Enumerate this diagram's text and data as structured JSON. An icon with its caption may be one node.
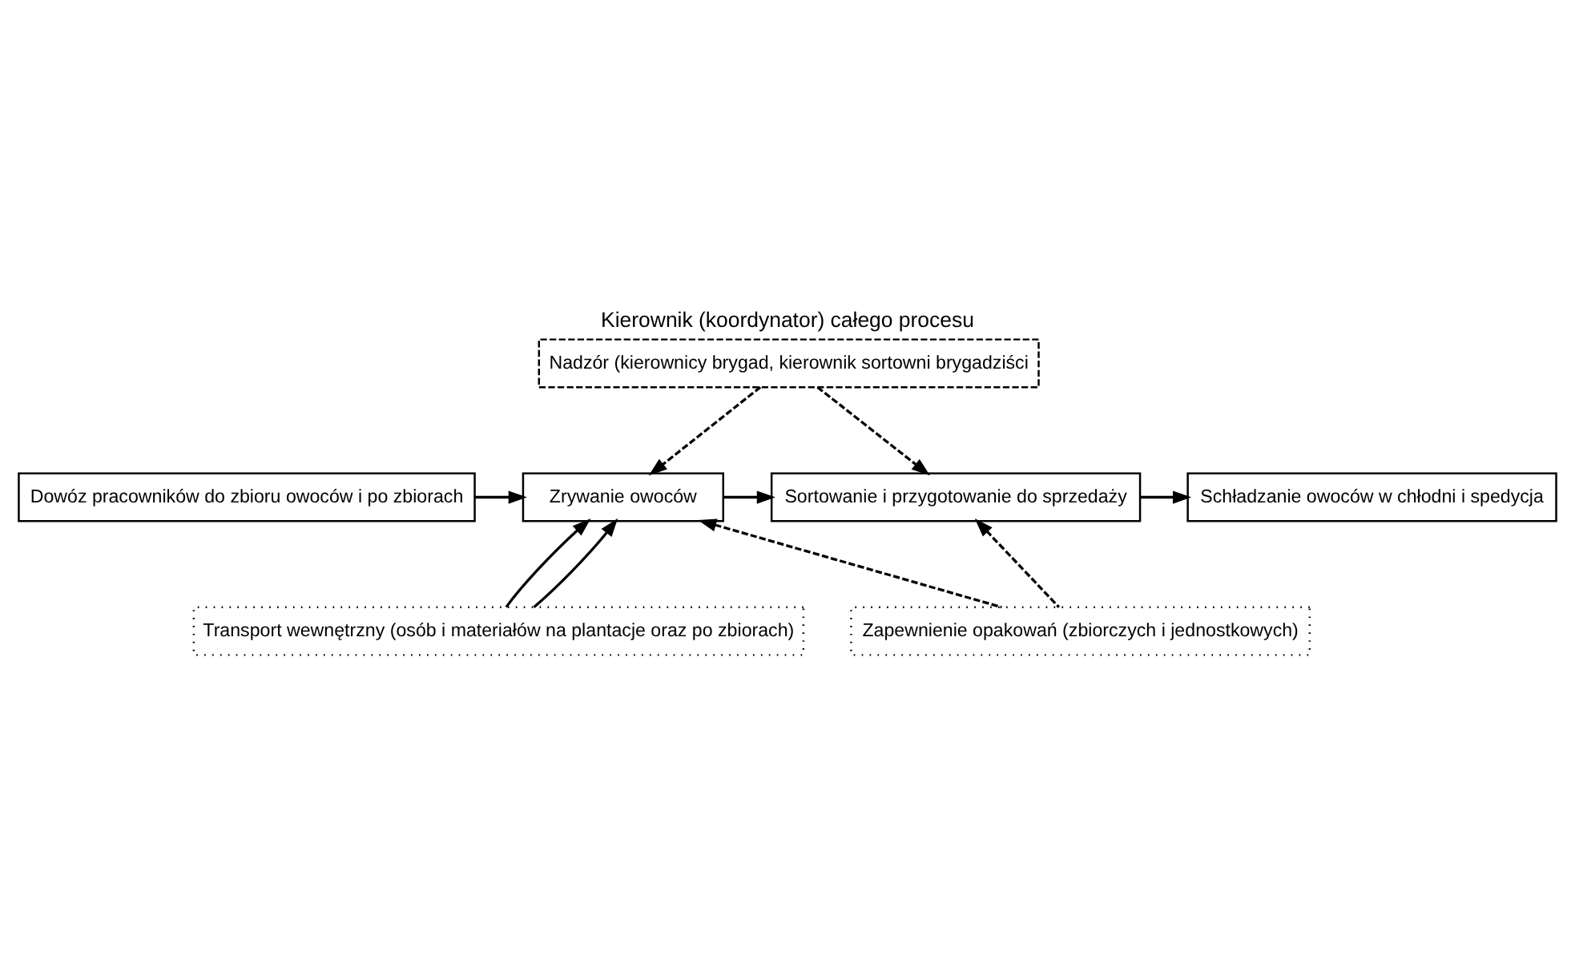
{
  "diagram": {
    "title": "Kierownik (koordynator) całego procesu",
    "nodes": [
      {
        "text": [
          "Nadzór (kierownicy brygad, kierownik sortowni brygadziści"
        ]
      },
      {
        "text": [
          "Dowóz pracowników do zbioru owoców i po zbiorach"
        ]
      },
      {
        "text": [
          "Zrywanie owoców"
        ]
      },
      {
        "text": [
          "Sortowanie i przygotowanie do sprzedaży"
        ]
      },
      {
        "text": [
          "Schładzanie owoców w chłodni i spedycja"
        ]
      },
      {
        "text": [
          "Transport wewnętrzny (osób i materiałów na plantacje oraz po zbiorach)"
        ]
      },
      {
        "text": [
          "Zapewnienie opakowań (zbiorczych i jednostkowych)"
        ]
      }
    ],
    "edges": [
      {
        "from": 0,
        "to": 2,
        "arrow": "to",
        "style": "dashed"
      },
      {
        "from": 0,
        "to": 3,
        "arrow": "to",
        "style": "dashed"
      },
      {
        "from": 1,
        "to": 2,
        "arrow": "to"
      },
      {
        "from": 2,
        "to": 3,
        "arrow": "to"
      },
      {
        "from": 3,
        "to": 4,
        "arrow": "to"
      },
      {
        "from": 5,
        "to": 2,
        "arrow": "to"
      },
      {
        "from": 5,
        "to": 2,
        "arrow": "to"
      },
      {
        "from": 6,
        "to": 2,
        "arrow": "to",
        "style": "dashed"
      },
      {
        "from": 6,
        "to": 3,
        "arrow": "to",
        "style": "dashed"
      }
    ]
  }
}
